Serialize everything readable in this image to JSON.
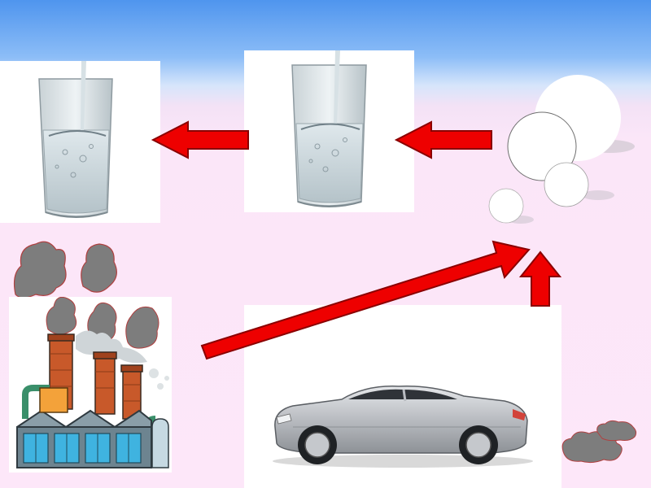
{
  "scene": {
    "description_items": [
      "glass-of-water",
      "glass-of-water",
      "clouds",
      "factory",
      "car",
      "smog"
    ],
    "colors": {
      "arrow": "#ee0000",
      "arrow_outline": "#8a0000",
      "sky_top": "#4f95ee",
      "background": "#fde7f9",
      "smoke": "#7d7d7d",
      "brick": "#c8592a",
      "car_body": "#b9bcc1"
    },
    "arrows": [
      {
        "from": "clouds",
        "to": "glass-2",
        "direction": "left"
      },
      {
        "from": "glass-2",
        "to": "glass-1",
        "direction": "left"
      },
      {
        "from": "factory",
        "to": "clouds",
        "direction": "up-right"
      },
      {
        "from": "car",
        "to": "clouds",
        "direction": "up"
      }
    ]
  }
}
